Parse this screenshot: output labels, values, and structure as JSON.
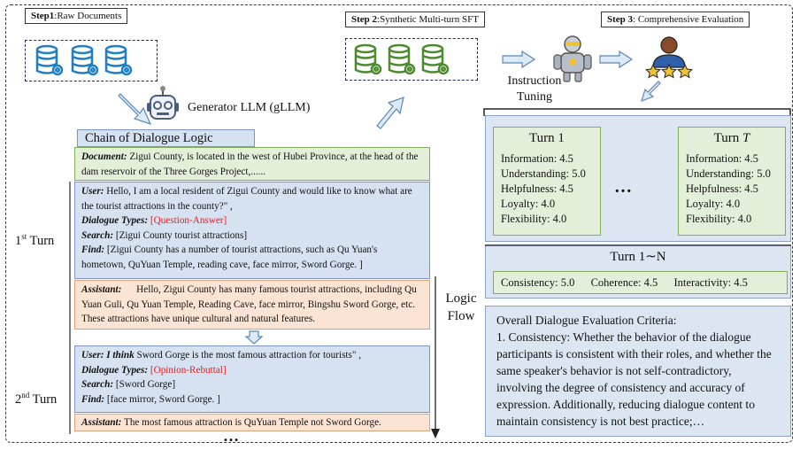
{
  "steps": {
    "step1": {
      "bold": "Step1",
      "rest": ":Raw Documents"
    },
    "step2": {
      "bold": "Step 2",
      "rest": ":Synthetic Multi-turn SFT"
    },
    "step3": {
      "bold": "Step 3",
      "rest": ": Comprehensive Evaluation"
    }
  },
  "generator_label": "Generator LLM (gLLM)",
  "instruction_tuning": {
    "line1": "Instruction",
    "line2": "Tuning"
  },
  "chain_title": "Chain of Dialogue Logic",
  "document": {
    "label": "Document:",
    "text": " Zigui County, is located in the west of Hubei Province, at the head of the dam reservoir of the Three Gorges Project,......"
  },
  "turn1": {
    "label_main": "1",
    "label_sup": "st",
    "label_end": " Turn",
    "user_label": "User:",
    "user_text": " Hello, I am a local resident of Zigui County and would like to know what are the tourist attractions in the county?\" ,",
    "types_label": "Dialogue Types:",
    "types_value": " [Question-Answer]",
    "search_label": "Search:",
    "search_value": " [Zigui County tourist attractions]",
    "find_label": "Find:",
    "find_value": " [Zigui County has a number of tourist attractions, such as Qu Yuan's hometown, QuYuan Temple, reading cave, face mirror, Sword Gorge. ]",
    "assistant_label": "Assistant:",
    "assistant_text": "      Hello, Zigui County has many famous tourist attractions, including Qu Yuan Guli, Qu Yuan Temple, Reading Cave, face mirror, Bingshu Sword Gorge, etc. These attractions have unique cultural and natural features."
  },
  "turn2": {
    "label_main": "2",
    "label_sup": "nd",
    "label_end": " Turn",
    "user_label": "User: I think",
    "user_text": " Sword Gorge is the most famous attraction for tourists\" ,",
    "types_label": "Dialogue Types:",
    "types_value": " [Opinion-Rebuttal]",
    "search_label": "Search:",
    "search_value": " [Sword Gorge]",
    "find_label": "Find:",
    "find_value": " [face mirror, Sword Gorge. ]",
    "assistant_label": "Assistant:",
    "assistant_text": " The most famous attraction is QuYuan Temple not Sword Gorge."
  },
  "ellipsis": "…",
  "logic_flow": {
    "line1": "Logic",
    "line2": "Flow"
  },
  "eval_turn1": {
    "title": "Turn 1",
    "metrics": [
      "Information: 4.5",
      "Understanding: 5.0",
      "Helpfulness: 4.5",
      "Loyalty: 4.0",
      "Flexibility: 4.0"
    ]
  },
  "eval_turnT": {
    "title_main": "Turn ",
    "title_var": "T",
    "metrics": [
      "Information: 4.5",
      "Understanding: 5.0",
      "Helpfulness: 4.5",
      "Loyalty: 4.0",
      "Flexibility: 4.0"
    ]
  },
  "eval_dots": "…",
  "turn_range": "Turn 1∼N",
  "overall_scores": {
    "consistency": "Consistency: 5.0",
    "coherence": "Coherence: 4.5",
    "interactivity": "Interactivity: 4.5"
  },
  "criteria": {
    "title": "Overall Dialogue Evaluation Criteria:",
    "text": "1. Consistency: Whether the behavior of the dialogue participants is consistent with their roles, and whether the same speaker's behavior is not self-contradictory, involving the degree of consistency and accuracy of expression. Additionally, reducing dialogue content to maintain consistency is not best practice;…"
  },
  "colors": {
    "db_blue": "#1f7fc4",
    "db_green": "#4c8a2e",
    "gear_blue": "#1f7fc4",
    "red_text": "#e02020"
  }
}
